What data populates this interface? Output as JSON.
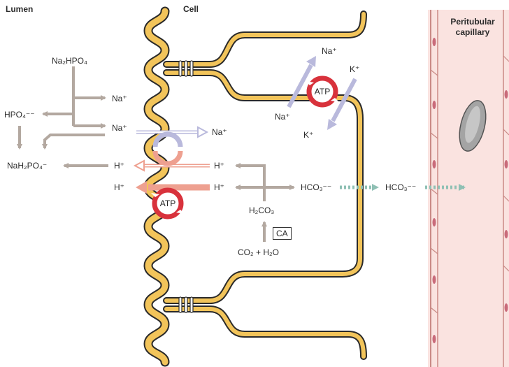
{
  "headers": {
    "lumen": "Lumen",
    "cell": "Cell",
    "capillary_line1": "Peritubular",
    "capillary_line2": "capillary"
  },
  "labels": {
    "na2hpo4": "Na₂HPO₄",
    "na_plus_upper": "Na⁺",
    "hpo4": "HPO₄⁻⁻",
    "na_plus_mid": "Na⁺",
    "na_plus_cell": "Na⁺",
    "nah2po4": "NaH₂PO₄⁻",
    "h_plus_lumen_1": "H⁺",
    "h_plus_cell_1": "H⁺",
    "h_plus_lumen_2": "H⁺",
    "h_plus_cell_2": "H⁺",
    "hco3_cell": "HCO₃⁻⁻",
    "hco3_blood": "HCO₃⁻⁻",
    "h2co3": "H₂CO₃",
    "ca": "CA",
    "co2_h2o": "CO₂ + H₂O",
    "pump_na_out": "Na⁺",
    "pump_k_in": "K⁺",
    "pump_na_in": "Na⁺",
    "pump_k_out": "K⁺",
    "atp_pump": "ATP",
    "atp_apical": "ATP"
  },
  "colors": {
    "membrane": "#f2c45a",
    "membrane_edge": "#2a2a2a",
    "arrow_grey": "#b3a8a0",
    "arrow_lilac": "#b9b9dc",
    "arrow_salmon": "#eea090",
    "atp_red": "#d8323c",
    "dotted_teal": "#8fc0b4",
    "capillary_fill": "#fae3e0",
    "capillary_edge": "#c98a86",
    "nucleus": "#c96b7a",
    "rbc": "#a4a4a4"
  },
  "icons": {
    "atp": "atp-cycle-icon",
    "exchanger": "antiporter-cycle-icon",
    "junction": "tight-junction-icon"
  }
}
